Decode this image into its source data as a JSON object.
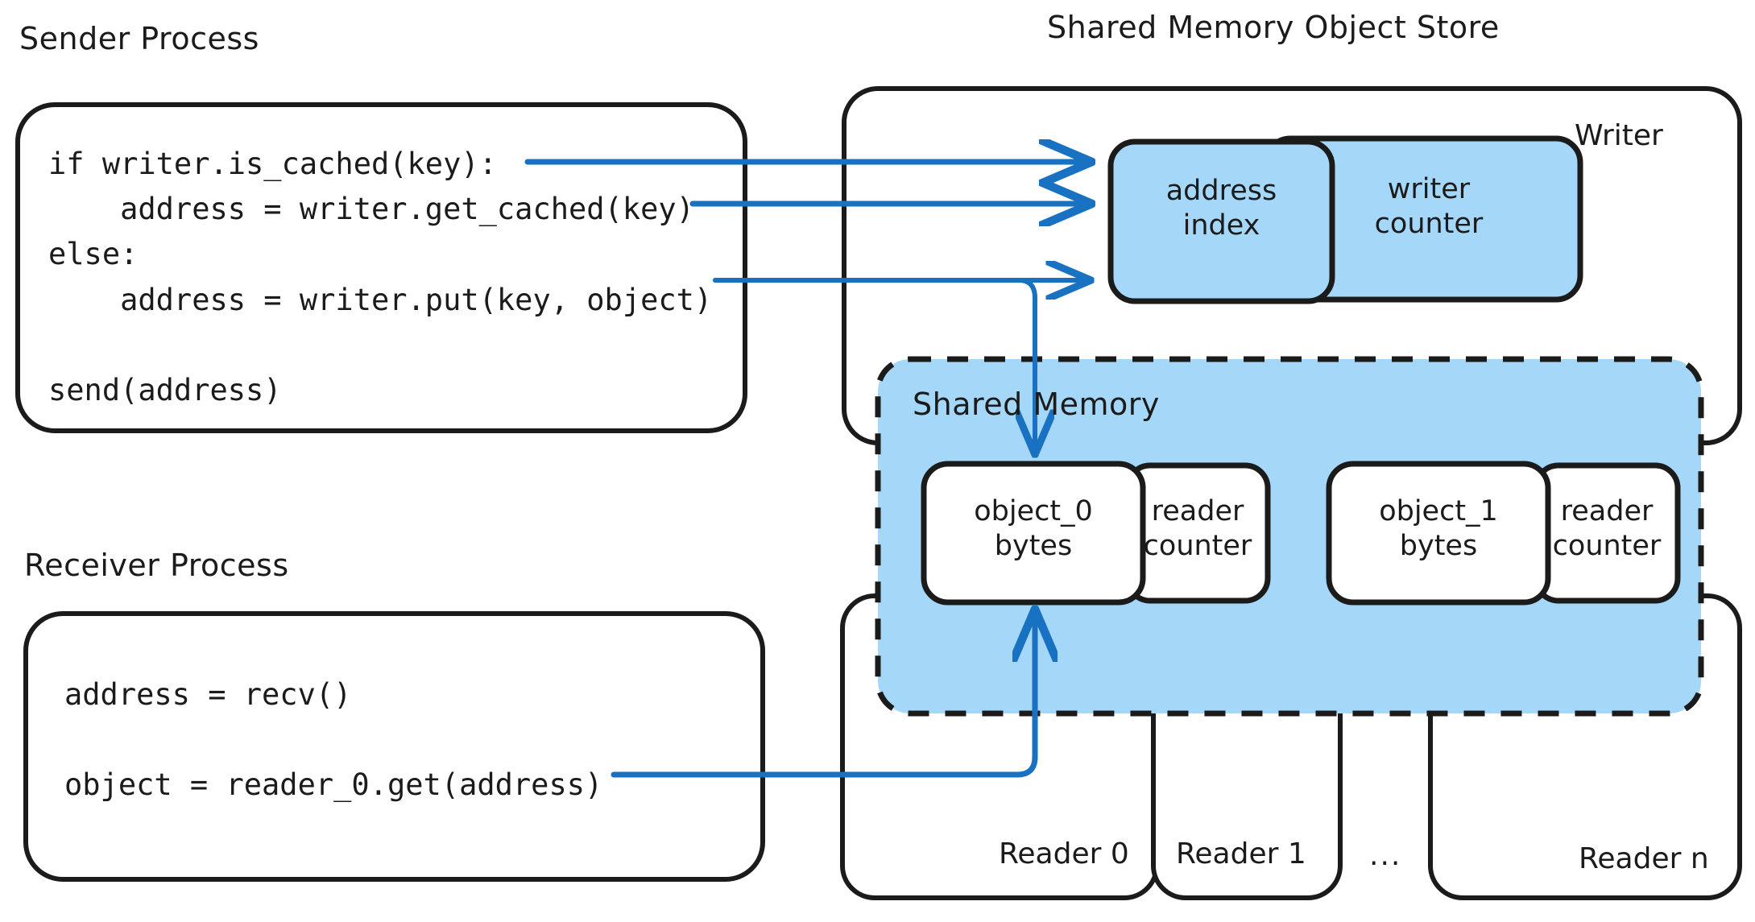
{
  "diagram": {
    "title_left": "Sender Process",
    "title_left_2": "Receiver Process",
    "title_right": "Shared Memory Object Store",
    "ellipsis": "..."
  },
  "colors": {
    "accent_blue_fill": "#a5d8f8",
    "arrow_blue": "#1971c2",
    "stroke_black": "#1b1b1b",
    "box_white": "#ffffff",
    "background": "#ffffff"
  },
  "sender_process": {
    "label": "Sender Process",
    "code_lines": [
      "if writer.is_cached(key):",
      "    address = writer.get_cached(key)",
      "else:",
      "    address = writer.put(key, object)",
      "",
      "send(address)"
    ]
  },
  "receiver_process": {
    "label": "Receiver Process",
    "code_lines": [
      "address = recv()",
      "",
      "object = reader_0.get(address)"
    ]
  },
  "store": {
    "label": "Shared Memory Object Store",
    "writer": {
      "corner_label": "Writer",
      "cells": [
        {
          "lines": [
            "address",
            "index"
          ],
          "fill": "blue"
        },
        {
          "lines": [
            "writer",
            "counter"
          ],
          "fill": "blue"
        }
      ]
    },
    "shared_memory": {
      "label": "Shared Memory",
      "slots": [
        {
          "object": [
            "object_0",
            "bytes"
          ],
          "counter": [
            "reader",
            "counter"
          ]
        },
        {
          "object": [
            "object_1",
            "bytes"
          ],
          "counter": [
            "reader",
            "counter"
          ]
        }
      ]
    },
    "readers": [
      {
        "corner_label": "Reader 0"
      },
      {
        "corner_label": "Reader 1"
      },
      {
        "corner_label": "Reader n"
      }
    ],
    "readers_ellipsis": "..."
  },
  "arrows": [
    {
      "name": "is-cached-to-address-index",
      "from": "sender.line1",
      "to": "writer.address_index"
    },
    {
      "name": "get-cached-to-address-index",
      "from": "sender.line2",
      "to": "writer.address_index"
    },
    {
      "name": "put-to-address-index",
      "from": "sender.line4",
      "to": "writer.address_index"
    },
    {
      "name": "put-to-object-0-bytes",
      "from": "sender.line4",
      "to": "shared_memory.object_0"
    },
    {
      "name": "reader-get-to-object-0-bytes",
      "from": "receiver.line3",
      "to": "shared_memory.object_0"
    }
  ]
}
